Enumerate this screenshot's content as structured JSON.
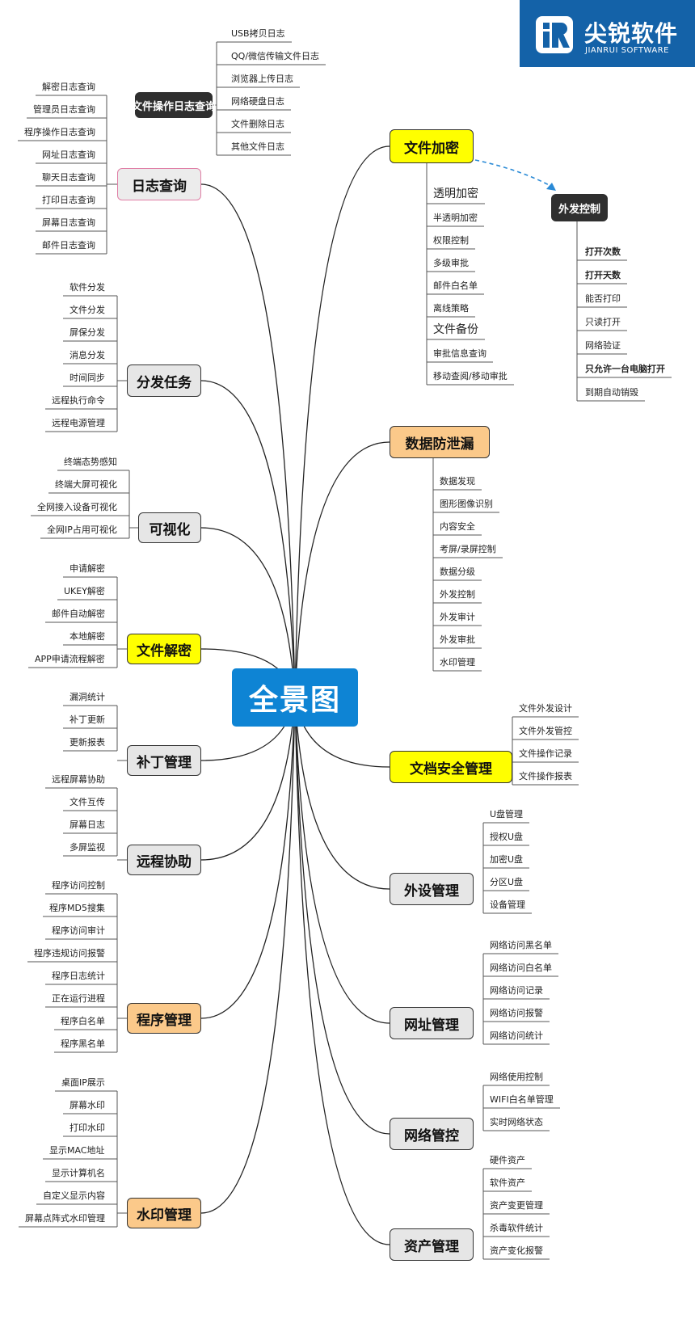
{
  "logo": {
    "icon": "jr-logo-icon",
    "name_cn": "尖锐软件",
    "name_en": "JIANRUI SOFTWARE"
  },
  "center": {
    "label": "全景图"
  },
  "colors": {
    "center": "#0e84d4",
    "yellow": "#ffff00",
    "orange": "#fbc98a",
    "gray": "#e6e6e6",
    "dark": "#2f2f2f",
    "dashed_arrow": "#2a8ad6"
  },
  "left_topics": [
    {
      "id": "log",
      "label": "日志查询",
      "color": "pink",
      "items": [
        "解密日志查询",
        "管理员日志查询",
        "程序操作日志查询",
        "网址日志查询",
        "聊天日志查询",
        "打印日志查询",
        "屏幕日志查询",
        "邮件日志查询"
      ]
    },
    {
      "id": "dist",
      "label": "分发任务",
      "color": "gray",
      "items": [
        "软件分发",
        "文件分发",
        "屏保分发",
        "消息分发",
        "时间同步",
        "远程执行命令",
        "远程电源管理"
      ]
    },
    {
      "id": "vis",
      "label": "可视化",
      "color": "gray",
      "items": [
        "终端态势感知",
        "终端大屏可视化",
        "全网接入设备可视化",
        "全网IP占用可视化"
      ]
    },
    {
      "id": "decrypt",
      "label": "文件解密",
      "color": "yellow",
      "items": [
        "申请解密",
        "UKEY解密",
        "邮件自动解密",
        "本地解密",
        "APP申请流程解密"
      ]
    },
    {
      "id": "patch",
      "label": "补丁管理",
      "color": "gray",
      "items": [
        "漏洞统计",
        "补丁更新",
        "更新报表"
      ]
    },
    {
      "id": "remote",
      "label": "远程协助",
      "color": "gray",
      "items": [
        "远程屏幕协助",
        "文件互传",
        "屏幕日志",
        "多屏监视"
      ]
    },
    {
      "id": "prog",
      "label": "程序管理",
      "color": "orange",
      "items": [
        "程序访问控制",
        "程序MD5搜集",
        "程序访问审计",
        "程序违规访问报警",
        "程序日志统计",
        "正在运行进程",
        "程序白名单",
        "程序黑名单"
      ]
    },
    {
      "id": "wm",
      "label": "水印管理",
      "color": "orange",
      "items": [
        "桌面IP展示",
        "屏幕水印",
        "打印水印",
        "显示MAC地址",
        "显示计算机名",
        "自定义显示内容",
        "屏幕点阵式水印管理"
      ]
    }
  ],
  "file_ops": {
    "label": "文件操作日志查询",
    "items": [
      "USB拷贝日志",
      "QQ/微信传输文件日志",
      "浏览器上传日志",
      "网络硬盘日志",
      "文件删除日志",
      "其他文件日志"
    ]
  },
  "right_topics": [
    {
      "id": "enc",
      "label": "文件加密",
      "color": "yellow",
      "items": [
        "透明加密",
        "半透明加密",
        "权限控制",
        "多级审批",
        "邮件白名单",
        "离线策略",
        "文件备份",
        "审批信息查询",
        "移动查阅/移动审批"
      ]
    },
    {
      "id": "dlp",
      "label": "数据防泄漏",
      "color": "orange",
      "items": [
        "数据发现",
        "图形图像识别",
        "内容安全",
        "考屏/录屏控制",
        "数据分级",
        "外发控制",
        "外发审计",
        "外发审批",
        "水印管理"
      ]
    },
    {
      "id": "doc",
      "label": "文档安全管理",
      "color": "yellow",
      "items": [
        "文件外发设计",
        "文件外发管控",
        "文件操作记录",
        "文件操作报表"
      ]
    },
    {
      "id": "dev",
      "label": "外设管理",
      "color": "gray",
      "items": [
        "U盘管理",
        "授权U盘",
        "加密U盘",
        "分区U盘",
        "设备管理"
      ]
    },
    {
      "id": "url",
      "label": "网址管理",
      "color": "gray",
      "items": [
        "网络访问黑名单",
        "网络访问白名单",
        "网络访问记录",
        "网络访问报警",
        "网络访问统计"
      ]
    },
    {
      "id": "net",
      "label": "网络管控",
      "color": "gray",
      "items": [
        "网络使用控制",
        "WIFI白名单管理",
        "实时网络状态"
      ]
    },
    {
      "id": "asset",
      "label": "资产管理",
      "color": "gray",
      "items": [
        "硬件资产",
        "软件资产",
        "资产变更管理",
        "杀毒软件统计",
        "资产变化报警"
      ]
    }
  ],
  "outgoing": {
    "label": "外发控制",
    "items": [
      "打开次数",
      "打开天数",
      "能否打印",
      "只读打开",
      "网络验证",
      "只允许一台电脑打开",
      "到期自动销毁"
    ]
  }
}
